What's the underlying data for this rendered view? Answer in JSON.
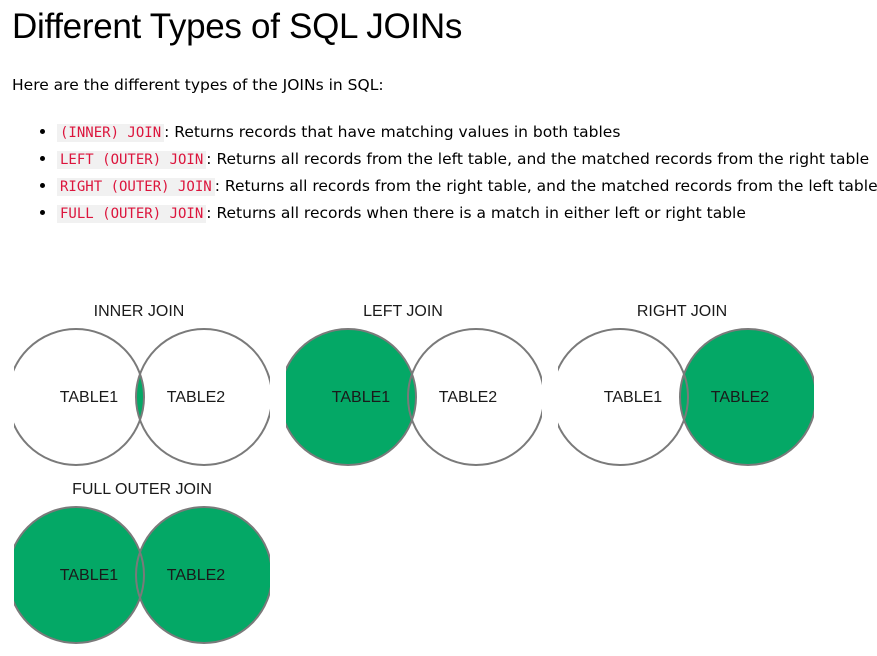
{
  "title": "Different Types of SQL JOINs",
  "intro": "Here are the different types of the JOINs in SQL:",
  "join_types": [
    {
      "keyword": "(INNER) JOIN",
      "description": ": Returns records that have matching values in both tables"
    },
    {
      "keyword": "LEFT (OUTER) JOIN",
      "description": ": Returns all records from the left table, and the matched records from the right table"
    },
    {
      "keyword": "RIGHT (OUTER) JOIN",
      "description": ": Returns all records from the right table, and the matched records from the left table"
    },
    {
      "keyword": "FULL (OUTER) JOIN",
      "description": ": Returns all records when there is a match in either left or right table"
    }
  ],
  "diagrams": {
    "inner": {
      "title": "INNER JOIN",
      "left": "TABLE1",
      "right": "TABLE2"
    },
    "left": {
      "title": "LEFT JOIN",
      "left": "TABLE1",
      "right": "TABLE2"
    },
    "right": {
      "title": "RIGHT JOIN",
      "left": "TABLE1",
      "right": "TABLE2"
    },
    "full": {
      "title": "FULL OUTER JOIN",
      "left": "TABLE1",
      "right": "TABLE2"
    }
  },
  "colors": {
    "fill": "#04a866",
    "stroke": "#7a7a7a",
    "keyword": "#dc143c",
    "keyword_bg": "#f1f1f1"
  }
}
